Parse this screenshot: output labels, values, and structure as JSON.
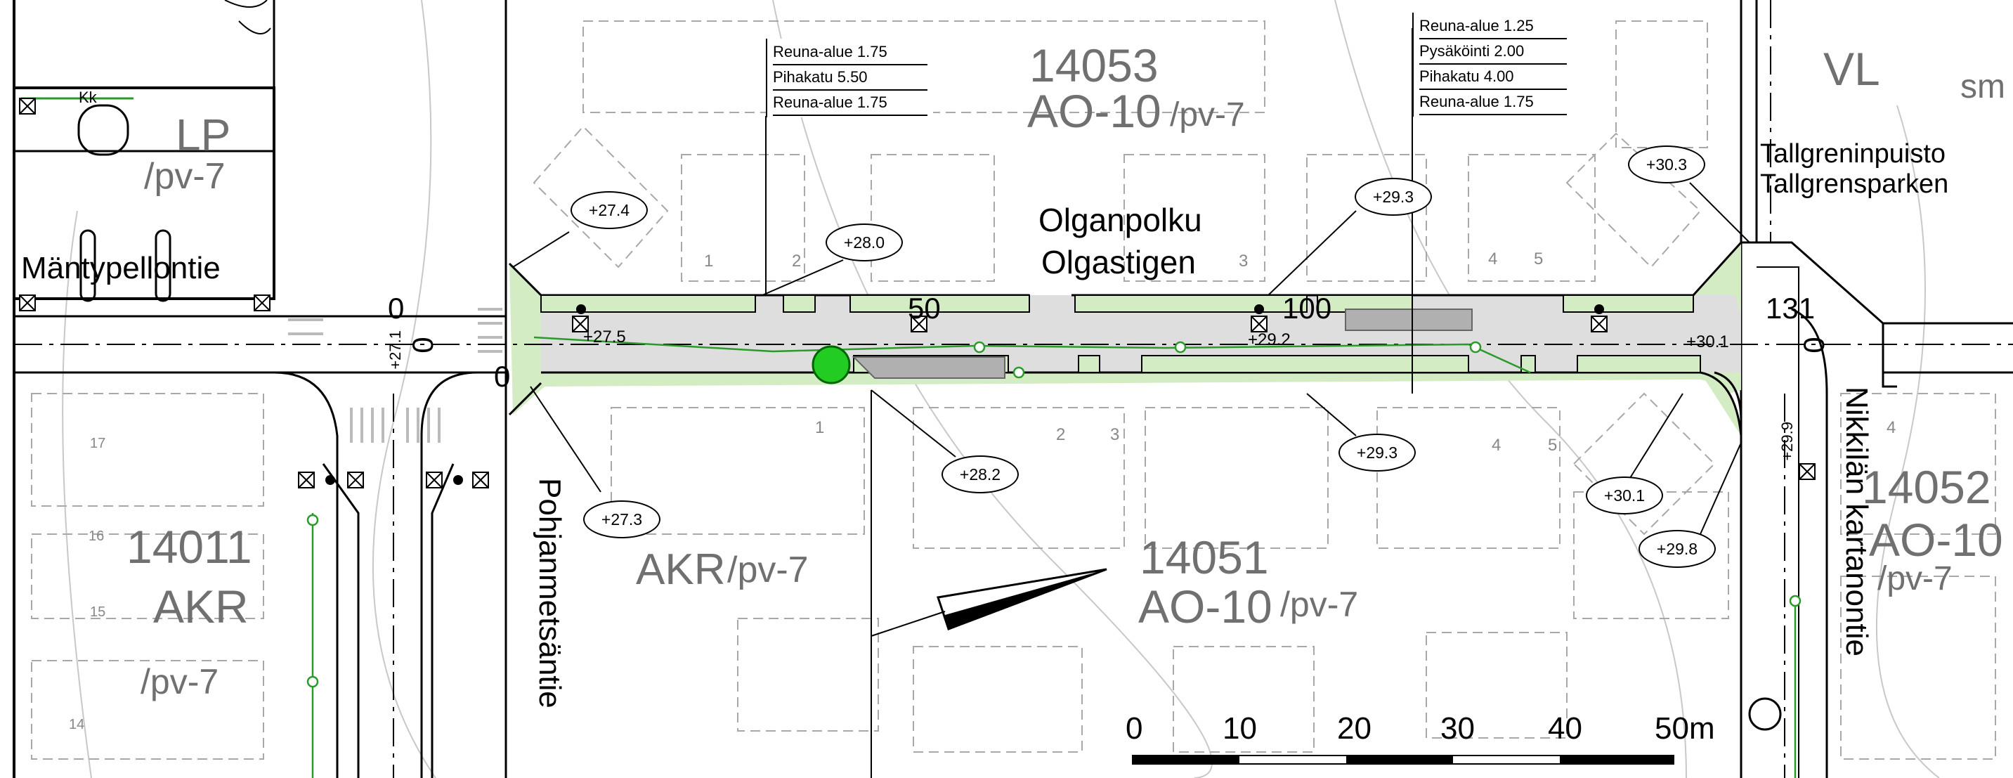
{
  "colors": {
    "road": "#dedede",
    "green": "#d3ecc4",
    "line": "#000000",
    "parcel": "#a0a0a0",
    "pipe": "#2a9a2a"
  },
  "map": {
    "street_names": {
      "olganpolku_fi": "Olganpolku",
      "olganpolku_sv": "Olgastigen",
      "mantypellontie": "Mäntypellontie",
      "pohjanmetsantie": "Pohjanmetsäntie",
      "nikkilan_kartanontie": "Nikkilän kartanontie",
      "park_fi": "Tallgreninpuisto",
      "park_sv": "Tallgrensparken"
    },
    "blocks": [
      {
        "id": "14053",
        "type": "AO-10",
        "suffix": "/pv-7"
      },
      {
        "id": "14051",
        "type": "AO-10",
        "suffix": "/pv-7"
      },
      {
        "id": "14052",
        "type": "AO-10",
        "suffix": "/pv-7"
      },
      {
        "id": "14011",
        "type": "AKR",
        "suffix": "/pv-7"
      }
    ],
    "zones": {
      "lp": "LP",
      "lp_suffix": "/pv-7",
      "vl": "VL",
      "akr": "AKR",
      "akr_suffix": "/pv-7",
      "sm": "sm",
      "kk": "Kk"
    },
    "section_box_1": [
      "Reuna-alue 1.75",
      "Pihakatu 5.50",
      "Reuna-alue 1.75"
    ],
    "section_box_2": [
      "Reuna-alue 1.25",
      "Pysäköinti 2.00",
      "Pihakatu 4.00",
      "Reuna-alue 1.75"
    ],
    "elevations_oval": [
      "+27.4",
      "+28.0",
      "+29.3",
      "+30.3",
      "+28.2",
      "+29.3",
      "+30.1",
      "+29.8",
      "+27.3"
    ],
    "elevations_text": [
      "+27.5",
      "+29.2",
      "+30.1",
      "+27.1",
      "+29.9"
    ],
    "stations": [
      "0",
      "50",
      "100",
      "131",
      "0",
      "0",
      "0"
    ],
    "plot_numbers": [
      "1",
      "2",
      "3",
      "4",
      "5",
      "1",
      "2",
      "3",
      "4",
      "5",
      "17",
      "16",
      "15",
      "14",
      "4"
    ],
    "scale_bar": {
      "ticks": [
        "0",
        "10",
        "20",
        "30",
        "40",
        "50m"
      ]
    }
  }
}
